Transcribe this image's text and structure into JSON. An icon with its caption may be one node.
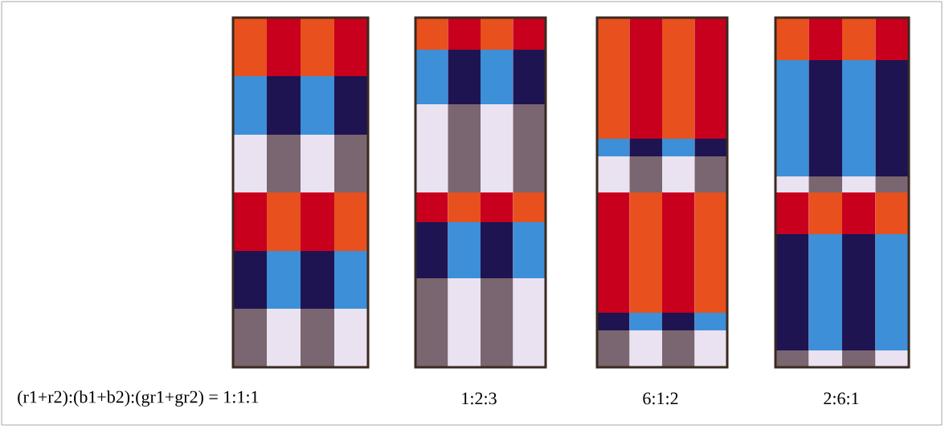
{
  "diagram": {
    "labels": [
      "(r1+r2):(b1+b2):(gr1+gr2) = 1:1:1",
      "1:2:3",
      "6:1:2",
      "2:6:1"
    ]
  }
}
